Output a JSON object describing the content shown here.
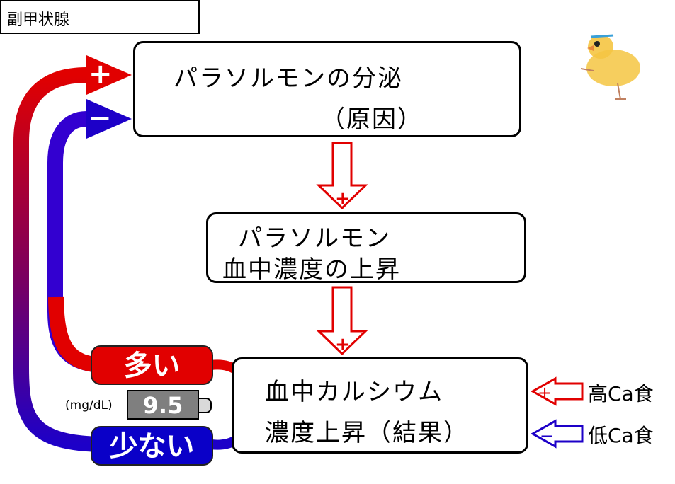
{
  "gland": {
    "label": "副甲状腺"
  },
  "nodes": {
    "secretion": {
      "line1": "パラソルモンの分泌",
      "line2": "（原因）"
    },
    "blood_pth": {
      "line1": "パラソルモン",
      "line2": "血中濃度の上昇"
    },
    "calcium": {
      "line1": "血中カルシウム",
      "line2": "濃度上昇（結果）"
    }
  },
  "levels": {
    "high": "多い",
    "low": "少ない"
  },
  "gauge": {
    "unit": "(mg/dL)",
    "value": "9.5"
  },
  "signs": {
    "plus": "+",
    "minus": "−"
  },
  "diet": {
    "high_ca": "高Ca食",
    "low_ca": "低Ca食"
  },
  "colors": {
    "red": "#e10000",
    "blue": "#0a00c8",
    "gray": "#7f7f7f"
  }
}
